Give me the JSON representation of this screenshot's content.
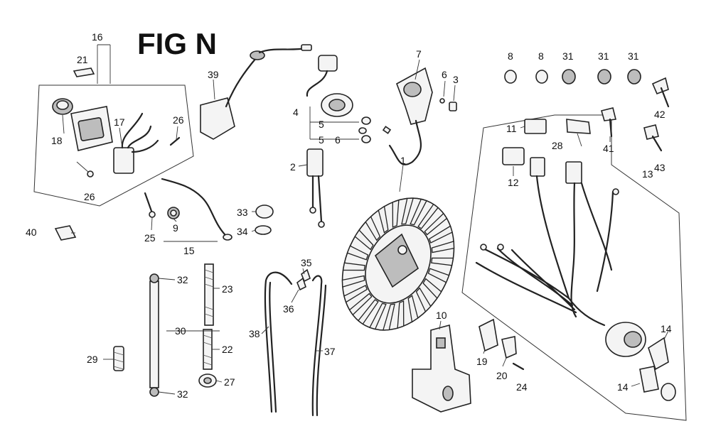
{
  "figure": {
    "title": "FIG N"
  },
  "callouts": {
    "c1": "1",
    "c2": "2",
    "c3": "3",
    "c4": "4",
    "c5a": "5",
    "c5b": "5",
    "c6a": "6",
    "c6b": "6",
    "c7": "7",
    "c8a": "8",
    "c8b": "8",
    "c9": "9",
    "c10": "10",
    "c11": "11",
    "c12": "12",
    "c13": "13",
    "c14a": "14",
    "c14b": "14",
    "c15": "15",
    "c16": "16",
    "c17": "17",
    "c18": "18",
    "c19": "19",
    "c20": "20",
    "c21": "21",
    "c22": "22",
    "c23": "23",
    "c24": "24",
    "c25": "25",
    "c26a": "26",
    "c26b": "26",
    "c27": "27",
    "c28": "28",
    "c29": "29",
    "c30": "30",
    "c31a": "31",
    "c31b": "31",
    "c31c": "31",
    "c32a": "32",
    "c32b": "32",
    "c33": "33",
    "c34": "34",
    "c35": "35",
    "c36": "36",
    "c37": "37",
    "c38": "38",
    "c39": "39",
    "c40": "40",
    "c41": "41",
    "c42": "42",
    "c43": "43"
  }
}
